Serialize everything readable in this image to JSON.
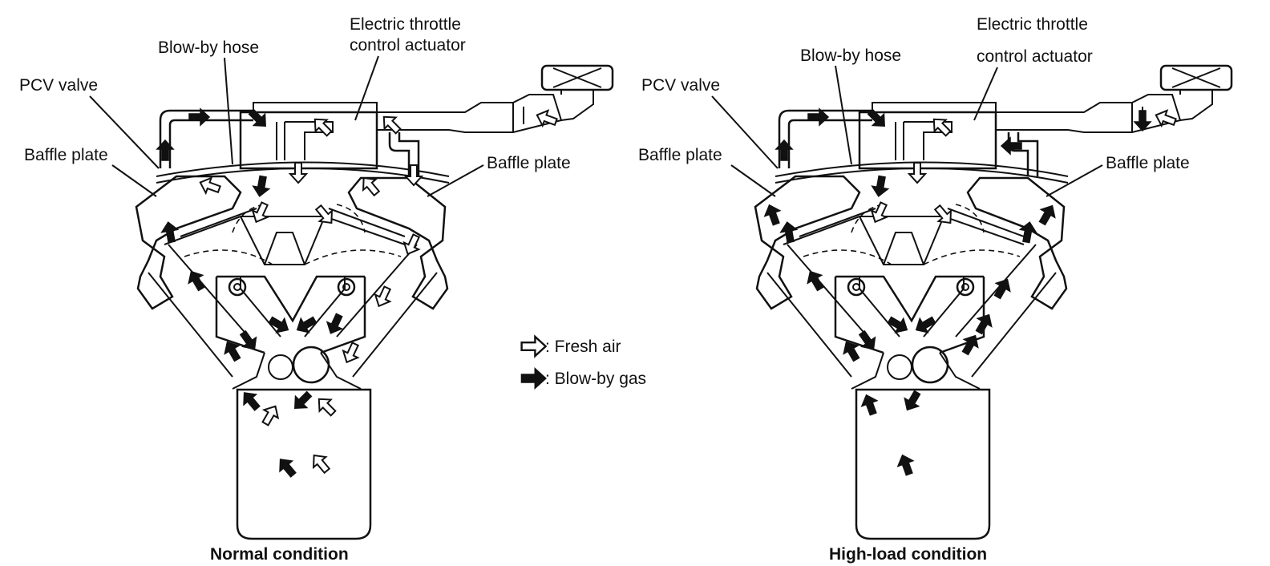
{
  "legend": {
    "fresh_air": ": Fresh air",
    "blow_by_gas": ": Blow-by gas"
  },
  "panels": [
    {
      "caption": "Normal condition",
      "labels": {
        "pcv_valve": "PCV valve",
        "blow_by_hose": "Blow-by hose",
        "throttle_line1": "Electric throttle",
        "throttle_line2": "control actuator",
        "baffle_left": "Baffle plate",
        "baffle_right": "Baffle plate"
      }
    },
    {
      "caption": "High-load condition",
      "labels": {
        "pcv_valve": "PCV valve",
        "blow_by_hose": "Blow-by hose",
        "throttle_line1": "Electric throttle",
        "throttle_line2": "control actuator",
        "baffle_left": "Baffle plate",
        "baffle_right": "Baffle plate"
      }
    }
  ]
}
